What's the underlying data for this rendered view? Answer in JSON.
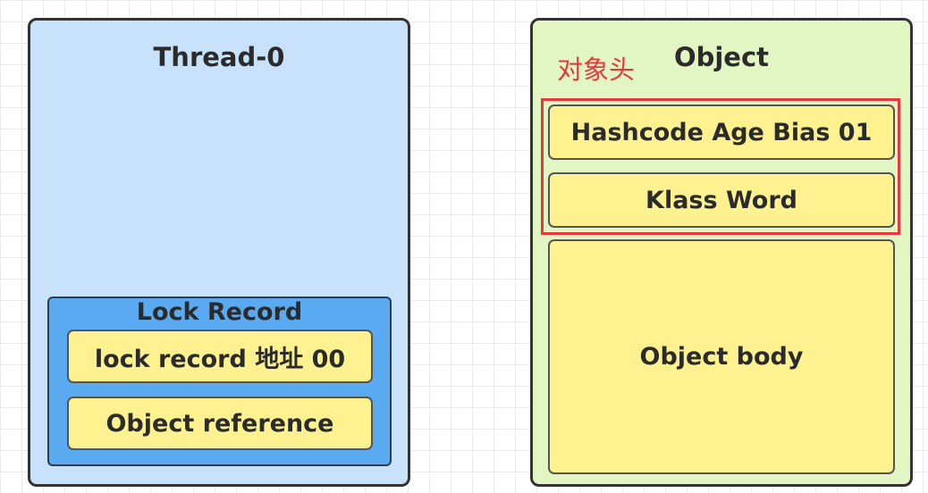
{
  "thread": {
    "title": "Thread-0",
    "lock_record": {
      "title": "Lock Record",
      "address_cell": "lock  record 地址 00",
      "reference_cell": "Object reference"
    }
  },
  "object": {
    "title": "Object",
    "header_label": "对象头",
    "mark_word_cell": "Hashcode Age Bias 01",
    "klass_word_cell": "Klass Word",
    "body_cell": "Object body"
  },
  "colors": {
    "thread_bg": "#c9e2fc",
    "lock_record_bg": "#5aaaf2",
    "object_bg": "#e2f6c4",
    "cell_bg": "#fdf28f",
    "header_highlight": "#e8383d"
  }
}
